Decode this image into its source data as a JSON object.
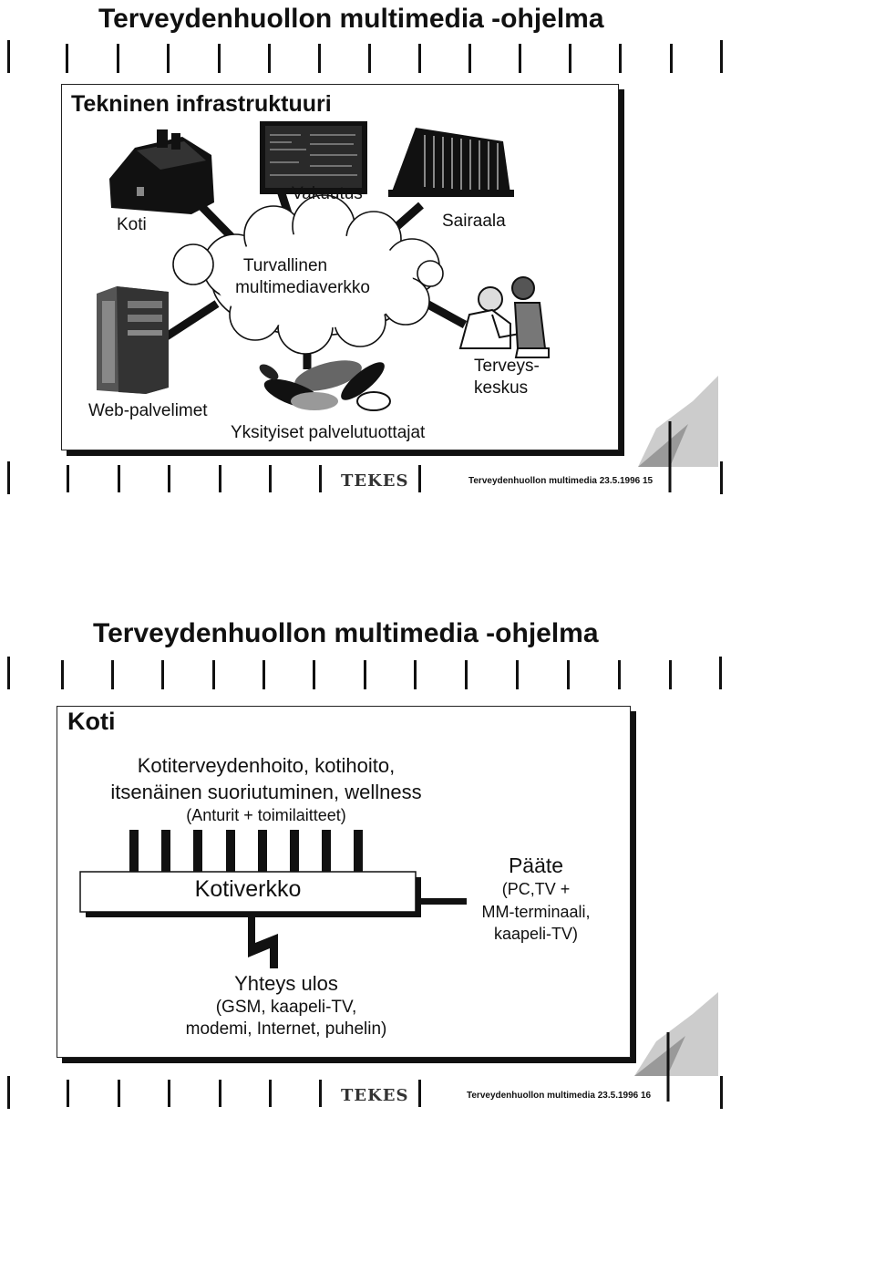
{
  "slides": [
    {
      "title": "Terveydenhuollon multimedia -ohjelma",
      "heading": "Tekninen infrastruktuuri",
      "nodes": {
        "koti": "Koti",
        "vakuutus": "Vakuutus",
        "sairaala": "Sairaala",
        "cloud_line1": "Turvallinen",
        "cloud_line2": "multimediaverkko",
        "terveys_line1": "Terveys-",
        "terveys_line2": "keskus",
        "web": "Web-palvelimet",
        "yksityiset": "Yksityiset palvelutuottajat"
      },
      "logo": "TEKES",
      "footer": "Terveydenhuollon multimedia 23.5.1996 15"
    },
    {
      "title": "Terveydenhuollon multimedia -ohjelma",
      "heading": "Koti",
      "line1": "Kotiterveydenhoito, kotihoito,",
      "line2": "itsenäinen suoriutuminen, wellness",
      "line3": "(Anturit + toimilaitteet)",
      "network": "Kotiverkko",
      "paate_title": "Pääte",
      "paate_line1": "(PC,TV +",
      "paate_line2": "MM-terminaali,",
      "paate_line3": "kaapeli-TV)",
      "yhteys_title": "Yhteys ulos",
      "yhteys_line1": "(GSM, kaapeli-TV,",
      "yhteys_line2": "modemi, Internet, puhelin)",
      "logo": "TEKES",
      "footer": "Terveydenhuollon multimedia 23.5.1996 16"
    }
  ]
}
